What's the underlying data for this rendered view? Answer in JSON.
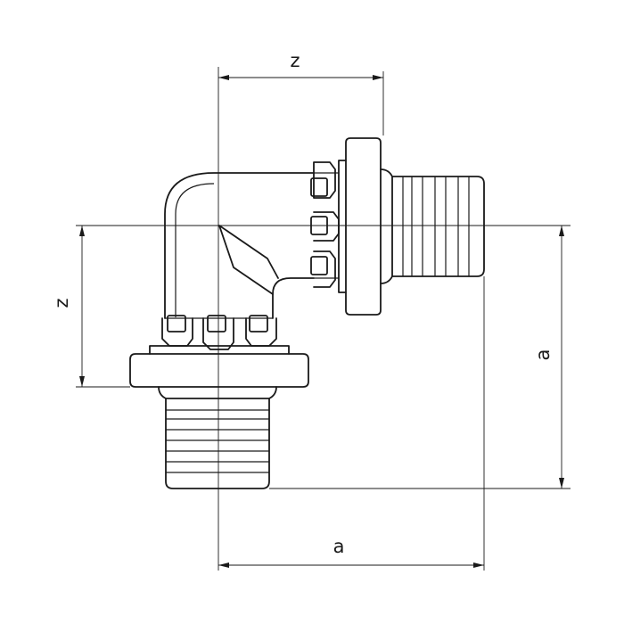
{
  "drawing": {
    "dimension_z_top": "z",
    "dimension_z_left": "z",
    "dimension_a_bottom": "a",
    "dimension_a_right": "a"
  }
}
